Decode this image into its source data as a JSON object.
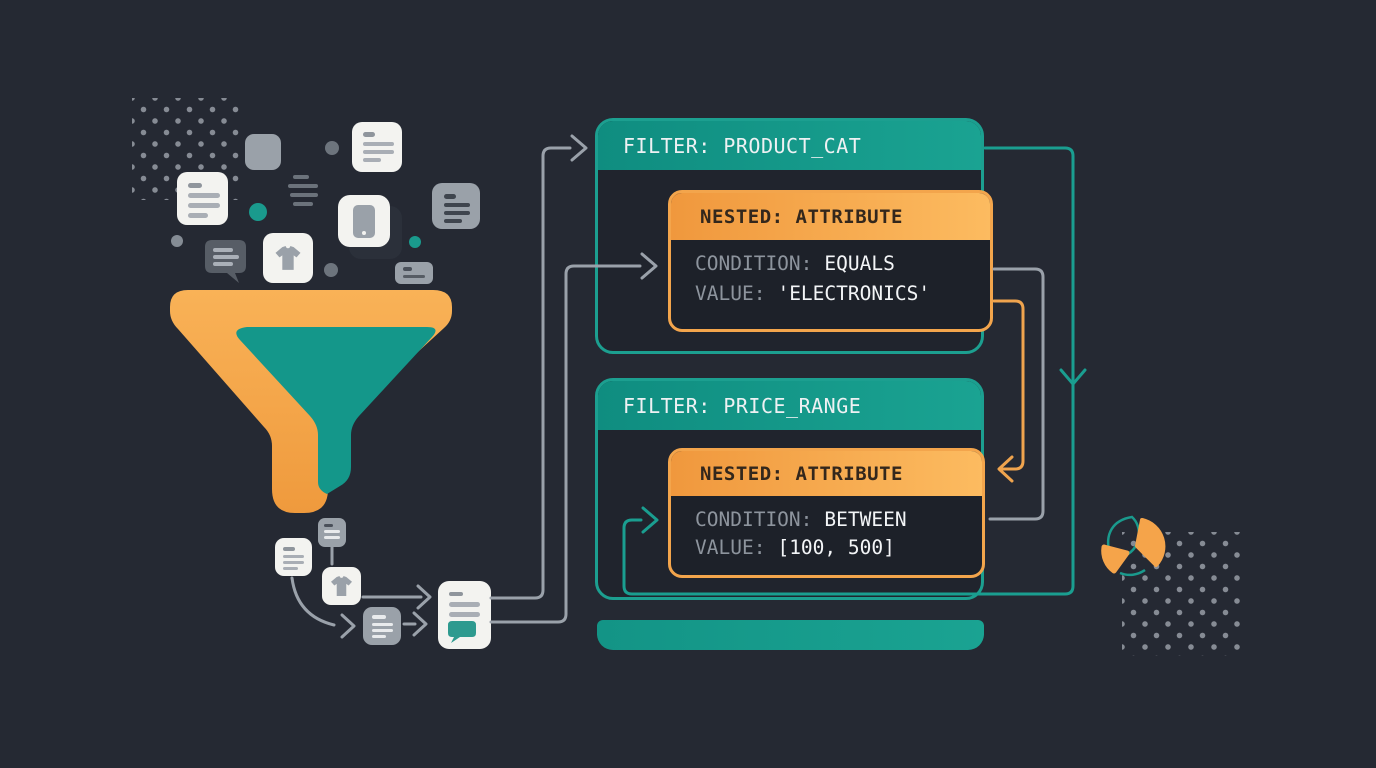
{
  "title": "Nested data-filter diagram",
  "colors": {
    "background": "#252933",
    "teal": "#17988c",
    "orange": "#f5a44a",
    "card_body": "#20242d",
    "nested_body": "#1d2129",
    "connector_gray": "#9aa1aa",
    "text_primary": "#f3f5f7",
    "text_muted": "#8d949d",
    "text_on_orange": "#33271c"
  },
  "filter_cards": [
    {
      "header": "FILTER: PRODUCT_CAT",
      "nested": {
        "header": "NESTED: ATTRIBUTE",
        "rows": [
          {
            "key": "CONDITION:",
            "value": "EQUALS"
          },
          {
            "key": "VALUE:",
            "value": "'ELECTRONICS'"
          }
        ]
      }
    },
    {
      "header": "FILTER: PRICE_RANGE",
      "nested": {
        "header": "NESTED: ATTRIBUTE",
        "rows": [
          {
            "key": "CONDITION:",
            "value": "BETWEEN"
          },
          {
            "key": "VALUE:",
            "value": "[100, 500]"
          }
        ]
      }
    }
  ],
  "icons": {
    "funnel": "funnel-icon",
    "pie_chart": "pie-chart-icon",
    "document": "document-icon",
    "tshirt": "tshirt-icon",
    "phone": "phone-icon",
    "chat_bubble": "chat-bubble-icon",
    "menu_lines": "menu-lines-icon",
    "dots": "dots-pattern",
    "arrow": "arrow-icon"
  }
}
